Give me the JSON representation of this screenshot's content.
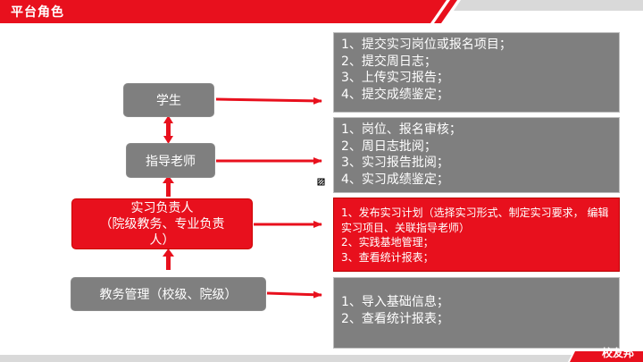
{
  "header": {
    "title": "平台角色"
  },
  "roles": {
    "student": "学生",
    "teacher": "指导老师",
    "manager": [
      "实习负责人",
      "（院级教务、专业负责",
      "人）"
    ],
    "admin": "教务管理（校级、院级）"
  },
  "duties": {
    "student": [
      "1、提交实习岗位或报名项目；",
      "2、提交周日志；",
      "3、上传实习报告；",
      "4、提交成绩鉴定；"
    ],
    "teacher": [
      "1、岗位、报名审核；",
      "2、周日志批阅；",
      "3、实习报告批阅；",
      "4、实习成绩鉴定；"
    ],
    "manager": [
      "1、发布实习计划（选择实习形式、制定实习要求， 编辑实习项目、关联指导老师）",
      "2、实践基地管理；",
      "3、查看统计报表；"
    ],
    "admin": [
      "1、导入基础信息；",
      "2、查看统计报表；"
    ]
  },
  "footer": {
    "logo": "校友邦"
  },
  "colors": {
    "accent": "#e8101d",
    "box_gray": "#7f7f7f"
  }
}
